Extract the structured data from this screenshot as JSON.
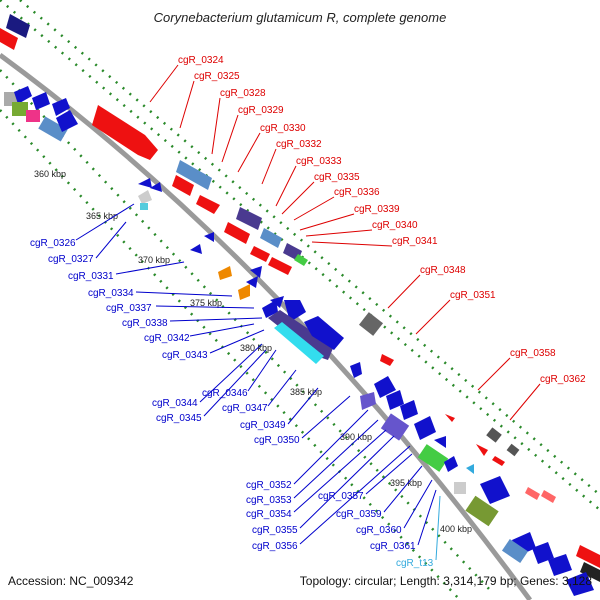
{
  "title": "Corynebacterium glutamicum R, complete genome",
  "accession": "Accession: NC_009342",
  "stats": "Topology: circular; Length: 3,314,179 bp; Genes: 3,128",
  "colors": {
    "forward_label": "#dd0000",
    "reverse_label": "#0000cc",
    "trna_label": "#33aadd",
    "backbone": "#9a9a9a",
    "dots": "#2a8a2a",
    "scale_text": "#222222"
  },
  "scale_labels": [
    "360 kbp",
    "365 kbp",
    "370 kbp",
    "375 kbp",
    "380 kbp",
    "385 kbp",
    "390 kbp",
    "395 kbp",
    "400 kbp"
  ],
  "forward_labels": [
    "cgR_0324",
    "cgR_0325",
    "cgR_0328",
    "cgR_0329",
    "cgR_0330",
    "cgR_0332",
    "cgR_0333",
    "cgR_0335",
    "cgR_0336",
    "cgR_0339",
    "cgR_0340",
    "cgR_0341",
    "cgR_0348",
    "cgR_0351",
    "cgR_0358",
    "cgR_0362"
  ],
  "reverse_labels": [
    "cgR_0326",
    "cgR_0327",
    "cgR_0331",
    "cgR_0334",
    "cgR_0337",
    "cgR_0338",
    "cgR_0342",
    "cgR_0343",
    "cgR_0344",
    "cgR_0345",
    "cgR_0346",
    "cgR_0347",
    "cgR_0349",
    "cgR_0350",
    "cgR_0352",
    "cgR_0353",
    "cgR_0354",
    "cgR_0355",
    "cgR_0356",
    "cgR_0357",
    "cgR_0359",
    "cgR_0360",
    "cgR_0361"
  ],
  "trna_labels": [
    "cgR_t13"
  ]
}
